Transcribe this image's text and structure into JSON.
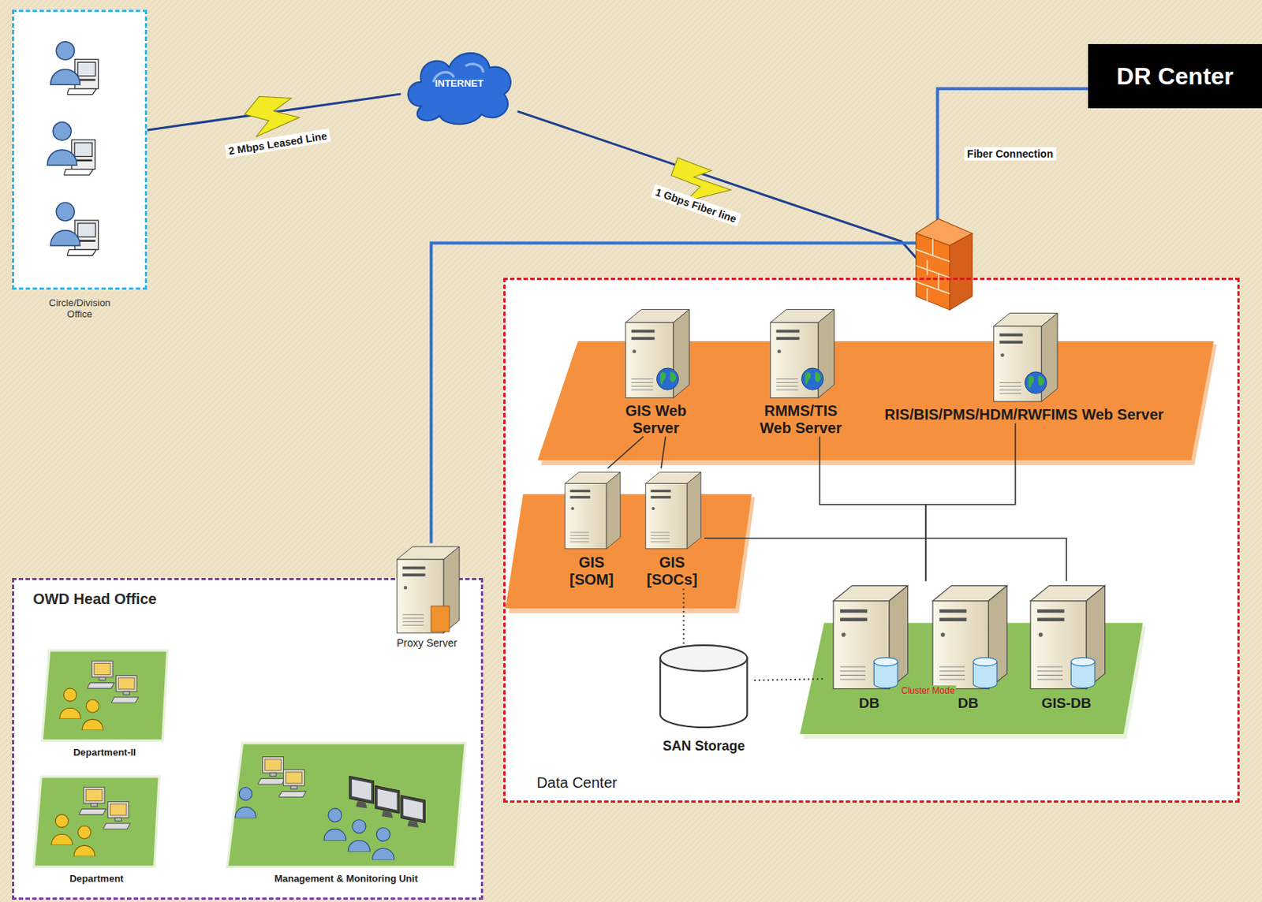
{
  "diagram": {
    "nodes": [
      {
        "text": [
          "Circle/Division Office"
        ]
      },
      {
        "text": [
          "INTERNET"
        ]
      },
      {
        "text": [
          "DR Center"
        ]
      },
      {
        "text": [
          "Data Center"
        ]
      },
      {
        "text": [
          "GIS Web Server"
        ],
        "in": 3
      },
      {
        "text": [
          "RMMS/TIS Web Server"
        ],
        "in": 3
      },
      {
        "text": [
          "RIS/BIS/PMS/HDM/RWFIMS Web Server"
        ],
        "in": 3
      },
      {
        "text": [
          "GIS [SOM]"
        ],
        "in": 3
      },
      {
        "text": [
          "GIS [SOCs]"
        ],
        "in": 3
      },
      {
        "text": [
          "SAN Storage"
        ],
        "in": 3
      },
      {
        "text": [
          "DB"
        ],
        "in": 3
      },
      {
        "text": [
          "DB"
        ],
        "in": 3
      },
      {
        "text": [
          "GIS-DB"
        ],
        "in": 3
      },
      {
        "text": [
          "OWD Head Office"
        ]
      },
      {
        "text": [
          "Proxy Server"
        ],
        "in": 13
      },
      {
        "text": [
          "Department-II"
        ],
        "in": 13
      },
      {
        "text": [
          "Department"
        ],
        "in": 13
      },
      {
        "text": [
          "Management & Monitoring Unit"
        ],
        "in": 13
      }
    ],
    "edges": [
      {
        "from": 0,
        "to": 1,
        "arrow": "none",
        "label": "2 Mbps Leased Line"
      },
      {
        "from": 1,
        "to": 3,
        "arrow": "none",
        "label": "1 Gbps Fiber line"
      },
      {
        "from": 3,
        "to": 2,
        "arrow": "none",
        "label": "Fiber Connection"
      },
      {
        "from": 14,
        "to": 3,
        "arrow": "none"
      },
      {
        "from": 4,
        "to": 7,
        "arrow": "none"
      },
      {
        "from": 4,
        "to": 8,
        "arrow": "none"
      },
      {
        "from": 5,
        "to": 11,
        "arrow": "none"
      },
      {
        "from": 6,
        "to": 11,
        "arrow": "none"
      },
      {
        "from": 8,
        "to": 12,
        "arrow": "none"
      },
      {
        "from": 9,
        "to": 8,
        "arrow": "none"
      },
      {
        "from": 9,
        "to": 10,
        "arrow": "none"
      }
    ],
    "labels": [
      "Cluster Mode"
    ]
  }
}
